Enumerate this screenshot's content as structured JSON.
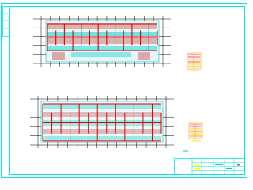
{
  "sheet": {
    "background": "#ffffff"
  },
  "colors": {
    "border": "#00e5e5",
    "grid": "#000000",
    "wall": "#e00000",
    "fill": "#00cccc",
    "legend_yellow": "#ffff00",
    "legend_magenta": "#ff00ff",
    "legend_red": "#ff3030"
  },
  "plans": [
    {
      "id": "upper-floor-plan",
      "grid_columns": 14
    },
    {
      "id": "lower-floor-plan",
      "grid_columns": 14
    }
  ],
  "legends": [
    {
      "id": "upper-legend",
      "rows": 7
    },
    {
      "id": "lower-legend",
      "rows": 7
    }
  ],
  "title_block": {
    "rows": 4,
    "columns": 6
  }
}
